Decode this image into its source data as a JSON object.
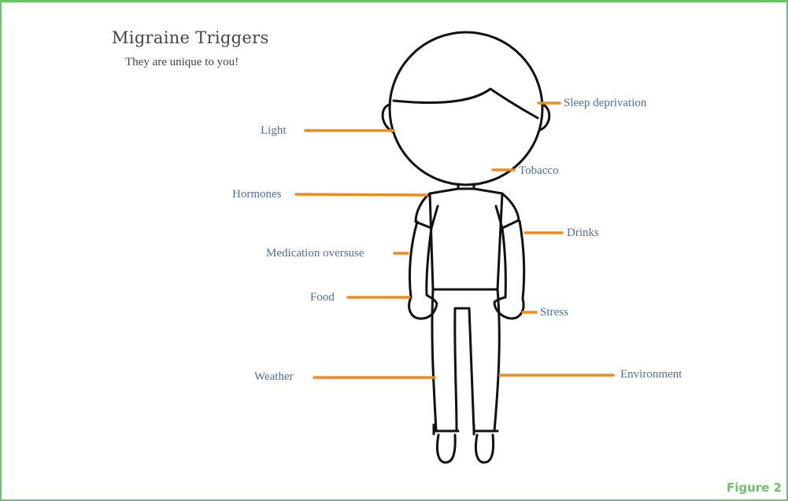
{
  "title": "Migraine Triggers",
  "subtitle": "They are unique to you!",
  "figure_label": "Figure 2",
  "colors": {
    "frame": "#6cc36a",
    "leader_line": "#f08a1c",
    "label_text": "#4d6e9c",
    "outline": "#111111"
  },
  "triggers": {
    "light": "Light",
    "hormones": "Hormones",
    "medication": "Medication oversuse",
    "food": "Food",
    "weather": "Weather",
    "sleep": "Sleep deprivation",
    "tobacco": "Tobacco",
    "drinks": "Drinks",
    "stress": "Stress",
    "environment": "Environment"
  }
}
